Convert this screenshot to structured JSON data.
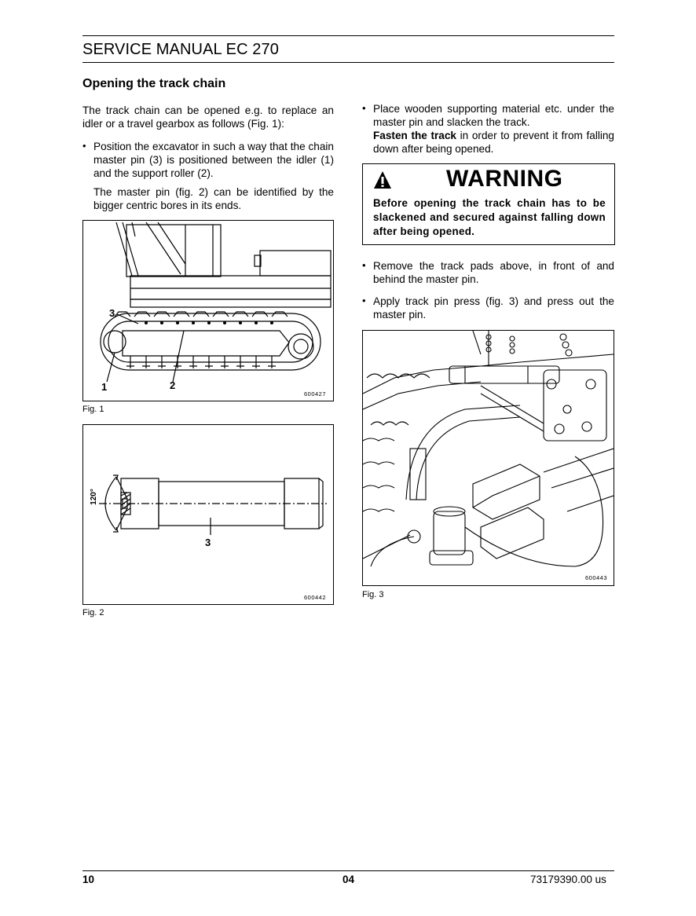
{
  "header": {
    "title": "SERVICE MANUAL EC 270"
  },
  "section": {
    "title": "Opening the track chain"
  },
  "left": {
    "intro": "The track chain can be opened e.g. to replace an idler or a travel gearbox as follows (Fig. 1):",
    "bullet1": "Position the excavator in such a way that the chain master pin (3) is positioned between the idler (1) and the support roller (2).",
    "bullet1_note": "The master pin (fig. 2) can be identified by the bigger centric bores in its ends."
  },
  "right": {
    "bullet2_line": "Place wooden supporting material etc. under the master pin and slacken the track.",
    "bullet2_bold": "Fasten the track",
    "bullet2_rest": " in order to prevent it from falling down after being opened.",
    "bullet3": "Remove the track pads above, in front of and behind the master pin.",
    "bullet4": "Apply track pin press (fig. 3) and press out the master pin."
  },
  "warning": {
    "title": "WARNING",
    "text": "Before opening the track chain has to be slackened and secured against falling down after being opened."
  },
  "figures": {
    "fig1": {
      "caption": "Fig. 1",
      "number": "600427",
      "label_1": "1",
      "label_2": "2",
      "label_3": "3"
    },
    "fig2": {
      "caption": "Fig. 2",
      "number": "600442",
      "label_angle": "120°",
      "label_3": "3"
    },
    "fig3": {
      "caption": "Fig. 3",
      "number": "600443"
    }
  },
  "footer": {
    "page": "10",
    "section": "04",
    "doc_number": "73179390.00 us"
  }
}
